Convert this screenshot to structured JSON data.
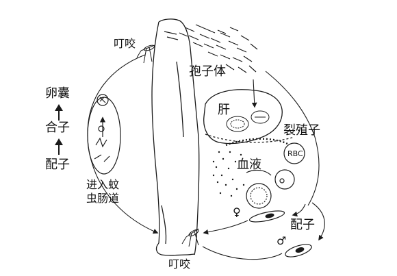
{
  "labels": {
    "bite_top": "叮咬",
    "bite_bottom": "叮咬",
    "sporozoite": "孢子体",
    "liver": "肝",
    "schizont": "裂殖子",
    "blood": "血液",
    "rbc": "RBC",
    "gamete": "配子",
    "oocyst": "卵囊",
    "zygote": "合子",
    "gamete_left": "配子",
    "enter_line1": "进入蚊",
    "enter_line2": "虫肠道",
    "female_symbol": "♀",
    "male_symbol": "♂"
  },
  "colors": {
    "ink": "#1a1a1a",
    "background": "#ffffff"
  }
}
